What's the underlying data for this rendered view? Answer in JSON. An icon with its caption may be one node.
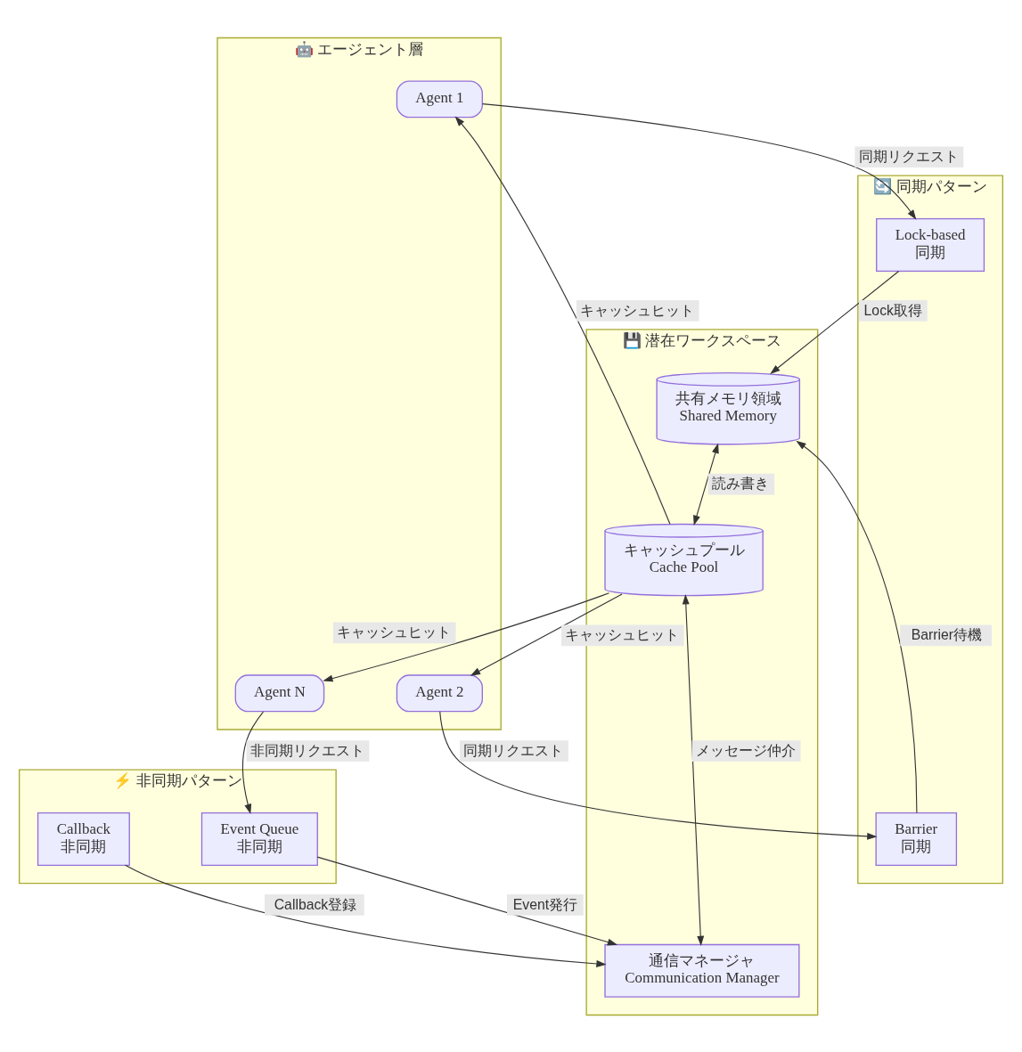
{
  "diagram": {
    "nodes": [
      {
        "text": [
          "🤖 エージェント層"
        ]
      },
      {
        "text": [
          "Agent 1"
        ],
        "in": 0
      },
      {
        "text": [
          "Agent N"
        ],
        "in": 0
      },
      {
        "text": [
          "Agent 2"
        ],
        "in": 0
      },
      {
        "text": [
          "🔄 同期パターン"
        ]
      },
      {
        "text": [
          "Lock-based",
          "同期"
        ],
        "in": 4
      },
      {
        "text": [
          "Barrier",
          "同期"
        ],
        "in": 4
      },
      {
        "text": [
          "💾 潜在ワークスペース"
        ]
      },
      {
        "text": [
          "共有メモリ領域",
          "Shared Memory"
        ],
        "in": 7
      },
      {
        "text": [
          "キャッシュプール",
          "Cache Pool"
        ],
        "in": 7
      },
      {
        "text": [
          "通信マネージャ",
          "Communication Manager"
        ],
        "in": 7
      },
      {
        "text": [
          "⚡ 非同期パターン"
        ]
      },
      {
        "text": [
          "Event Queue",
          "非同期"
        ],
        "in": 11
      },
      {
        "text": [
          "Callback",
          "非同期"
        ],
        "in": 11
      }
    ],
    "edges": [
      {
        "from": 1,
        "to": 5,
        "arrow": "to",
        "label": "同期リクエスト"
      },
      {
        "from": 5,
        "to": 8,
        "arrow": "to",
        "label": "Lock取得"
      },
      {
        "from": 8,
        "to": 9,
        "arrow": "both",
        "label": "読み書き"
      },
      {
        "from": 9,
        "to": 1,
        "arrow": "to",
        "label": "キャッシュヒット"
      },
      {
        "from": 9,
        "to": 3,
        "arrow": "to",
        "label": "キャッシュヒット"
      },
      {
        "from": 9,
        "to": 2,
        "arrow": "to",
        "label": "キャッシュヒット"
      },
      {
        "from": 3,
        "to": 6,
        "arrow": "to",
        "label": "同期リクエスト"
      },
      {
        "from": 2,
        "to": 12,
        "arrow": "to",
        "label": "非同期リクエスト"
      },
      {
        "from": 6,
        "to": 8,
        "arrow": "to",
        "label": "Barrier待機"
      },
      {
        "from": 9,
        "to": 10,
        "arrow": "both",
        "label": "メッセージ仲介"
      },
      {
        "from": 13,
        "to": 10,
        "arrow": "to",
        "label": "Callback登録"
      },
      {
        "from": 12,
        "to": 10,
        "arrow": "to",
        "label": "Event発行"
      }
    ]
  }
}
